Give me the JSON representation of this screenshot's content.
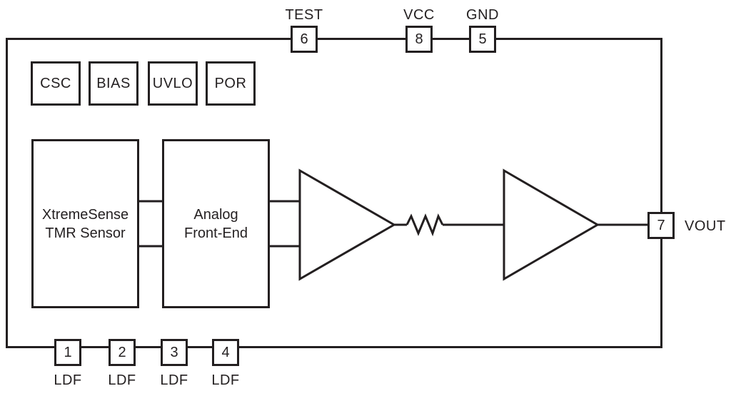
{
  "diagram": {
    "background": "#ffffff",
    "stroke_color": "#231f20",
    "top_pins": [
      {
        "number": "6",
        "label": "TEST"
      },
      {
        "number": "8",
        "label": "VCC"
      },
      {
        "number": "5",
        "label": "GND"
      }
    ],
    "right_pin": {
      "number": "7",
      "label": "VOUT"
    },
    "bottom_pins": [
      {
        "number": "1",
        "label": "LDF"
      },
      {
        "number": "2",
        "label": "LDF"
      },
      {
        "number": "3",
        "label": "LDF"
      },
      {
        "number": "4",
        "label": "LDF"
      }
    ],
    "small_blocks": [
      {
        "label": "CSC"
      },
      {
        "label": "BIAS"
      },
      {
        "label": "UVLO"
      },
      {
        "label": "POR"
      }
    ],
    "main_blocks": [
      {
        "line1": "XtremeSense",
        "line2": "TMR Sensor"
      },
      {
        "line1": "Analog",
        "line2": "Front-End"
      }
    ],
    "symbols": [
      "amplifier-stage-1",
      "resistor",
      "amplifier-stage-2"
    ]
  }
}
